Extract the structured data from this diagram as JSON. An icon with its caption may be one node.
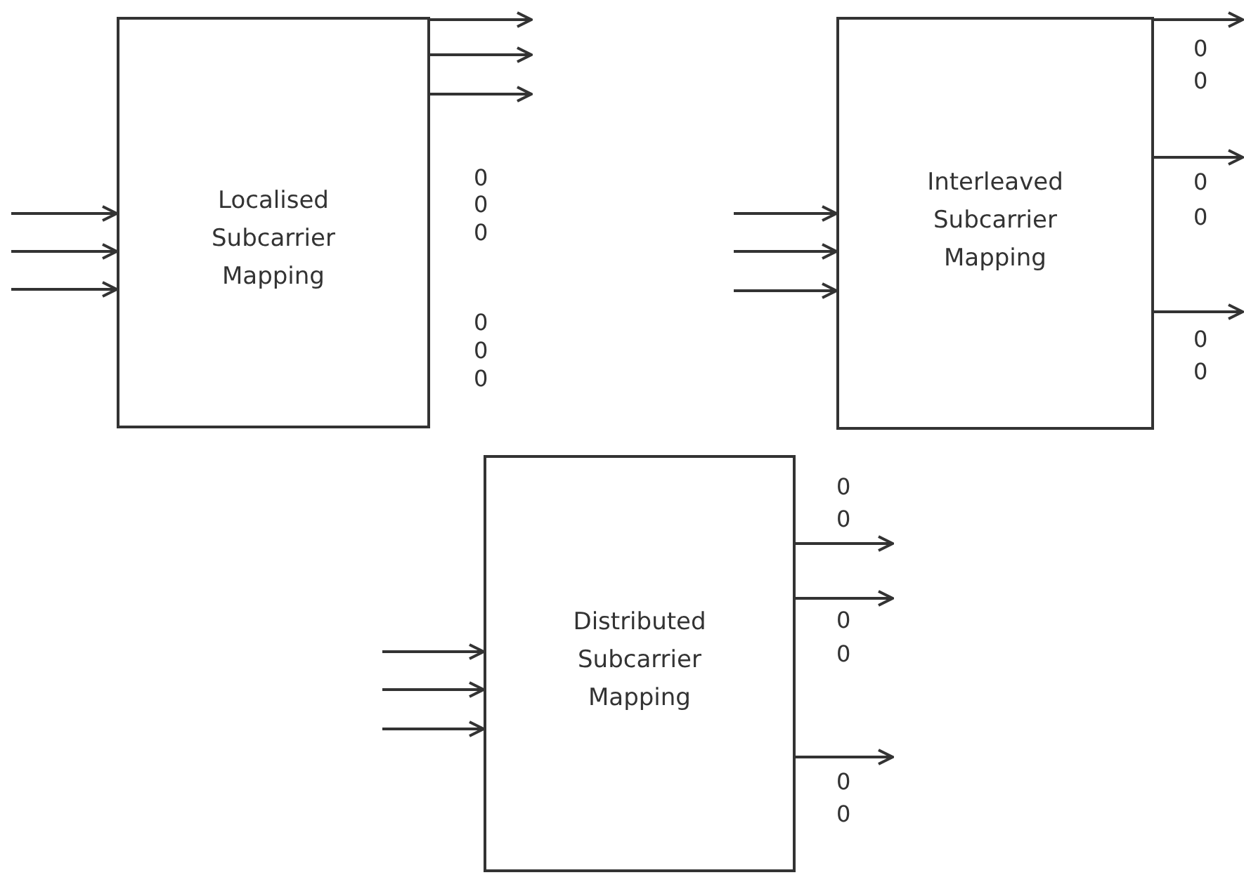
{
  "diagram": {
    "nodes": [
      {
        "text": [
          "Localised Subcarrier Mapping"
        ]
      },
      {
        "text": [
          "Interleaved Subcarrier Mapping"
        ]
      },
      {
        "text": [
          "Distributed Subcarrier Mapping"
        ]
      }
    ],
    "edges": [
      {
        "from": null,
        "to": 0,
        "arrow": "to"
      },
      {
        "from": null,
        "to": 0,
        "arrow": "to"
      },
      {
        "from": null,
        "to": 0,
        "arrow": "to"
      },
      {
        "from": 0,
        "to": null,
        "arrow": "to"
      },
      {
        "from": 0,
        "to": null,
        "arrow": "to"
      },
      {
        "from": 0,
        "to": null,
        "arrow": "to"
      },
      {
        "from": null,
        "to": 1,
        "arrow": "to"
      },
      {
        "from": null,
        "to": 1,
        "arrow": "to"
      },
      {
        "from": null,
        "to": 1,
        "arrow": "to"
      },
      {
        "from": 1,
        "to": null,
        "arrow": "to"
      },
      {
        "from": 1,
        "to": null,
        "arrow": "to"
      },
      {
        "from": 1,
        "to": null,
        "arrow": "to"
      },
      {
        "from": null,
        "to": 2,
        "arrow": "to"
      },
      {
        "from": null,
        "to": 2,
        "arrow": "to"
      },
      {
        "from": null,
        "to": 2,
        "arrow": "to"
      },
      {
        "from": 2,
        "to": null,
        "arrow": "to"
      },
      {
        "from": 2,
        "to": null,
        "arrow": "to"
      },
      {
        "from": 2,
        "to": null,
        "arrow": "to"
      }
    ],
    "labels": [
      "0",
      "0",
      "0",
      "0",
      "0",
      "0",
      "0",
      "0",
      "0",
      "0",
      "0",
      "0",
      "0",
      "0",
      "0",
      "0",
      "0",
      "0"
    ]
  }
}
